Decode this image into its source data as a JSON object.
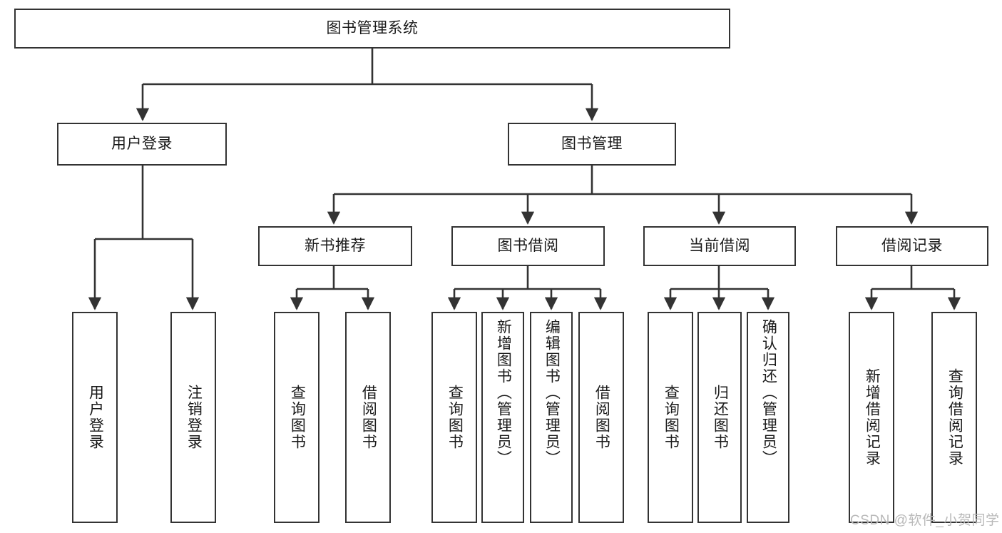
{
  "diagram": {
    "title": "图书管理系统",
    "type": "tree-hierarchy",
    "watermark": "CSDN @软件_小贺同学",
    "colors": {
      "box_border": "#333333",
      "box_fill": "#ffffff",
      "edge": "#333333",
      "text": "#1a1a1a",
      "watermark": "#b9b9b9",
      "background": "#ffffff"
    },
    "nodes": {
      "root": {
        "label": "图书管理系统",
        "level": 0
      },
      "user_login": {
        "label": "用户登录",
        "level": 1
      },
      "book_mgmt": {
        "label": "图书管理",
        "level": 1
      },
      "new_book_rec": {
        "label": "新书推荐",
        "level": 2
      },
      "book_borrow": {
        "label": "图书借阅",
        "level": 2
      },
      "current_borrow": {
        "label": "当前借阅",
        "level": 2
      },
      "borrow_record": {
        "label": "借阅记录",
        "level": 2
      },
      "leaf_user_login": {
        "label": "用户登录",
        "level": 2
      },
      "leaf_logout": {
        "label": "注销登录",
        "level": 2
      },
      "leaf_rec_query": {
        "label": "查询图书",
        "level": 3
      },
      "leaf_rec_borrow": {
        "label": "借阅图书",
        "level": 3
      },
      "leaf_bb_query": {
        "label": "查询图书",
        "level": 3
      },
      "leaf_bb_add": {
        "label": "新增图书（管理员）",
        "level": 3
      },
      "leaf_bb_edit": {
        "label": "编辑图书（管理员）",
        "level": 3
      },
      "leaf_bb_borrow": {
        "label": "借阅图书",
        "level": 3
      },
      "leaf_cb_query": {
        "label": "查询图书",
        "level": 3
      },
      "leaf_cb_return": {
        "label": "归还图书",
        "level": 3
      },
      "leaf_cb_confirm": {
        "label": "确认归还（管理员）",
        "level": 3
      },
      "leaf_br_add": {
        "label": "新增借阅记录",
        "level": 3
      },
      "leaf_br_query": {
        "label": "查询借阅记录",
        "level": 3
      }
    },
    "edges": [
      {
        "from": "root",
        "to": "user_login"
      },
      {
        "from": "root",
        "to": "book_mgmt"
      },
      {
        "from": "user_login",
        "to": "leaf_user_login"
      },
      {
        "from": "user_login",
        "to": "leaf_logout"
      },
      {
        "from": "book_mgmt",
        "to": "new_book_rec"
      },
      {
        "from": "book_mgmt",
        "to": "book_borrow"
      },
      {
        "from": "book_mgmt",
        "to": "current_borrow"
      },
      {
        "from": "book_mgmt",
        "to": "borrow_record"
      },
      {
        "from": "new_book_rec",
        "to": "leaf_rec_query"
      },
      {
        "from": "new_book_rec",
        "to": "leaf_rec_borrow"
      },
      {
        "from": "book_borrow",
        "to": "leaf_bb_query"
      },
      {
        "from": "book_borrow",
        "to": "leaf_bb_add"
      },
      {
        "from": "book_borrow",
        "to": "leaf_bb_edit"
      },
      {
        "from": "book_borrow",
        "to": "leaf_bb_borrow"
      },
      {
        "from": "current_borrow",
        "to": "leaf_cb_query"
      },
      {
        "from": "current_borrow",
        "to": "leaf_cb_return"
      },
      {
        "from": "current_borrow",
        "to": "leaf_cb_confirm"
      },
      {
        "from": "borrow_record",
        "to": "leaf_br_add"
      },
      {
        "from": "borrow_record",
        "to": "leaf_br_query"
      }
    ]
  }
}
